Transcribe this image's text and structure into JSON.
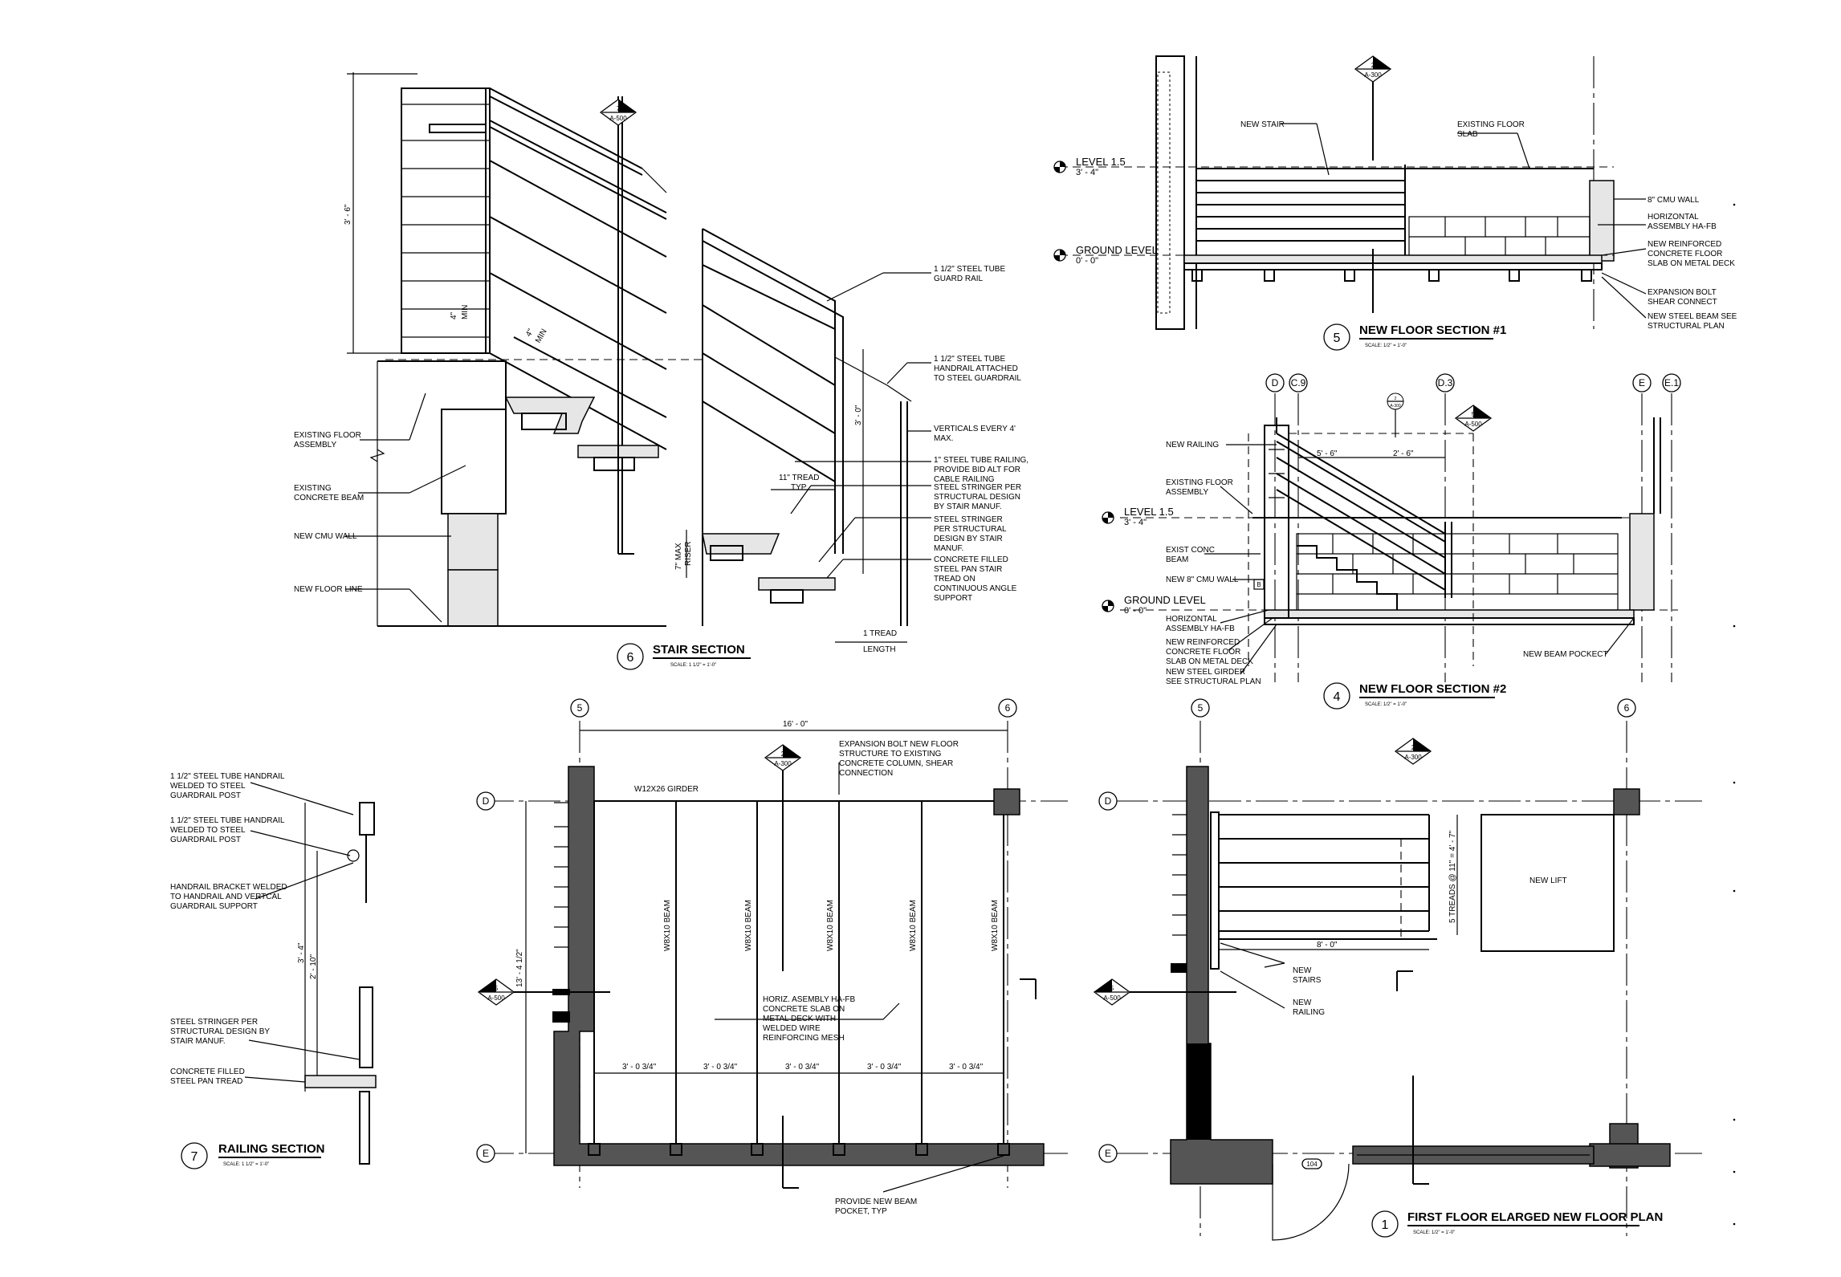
{
  "details": {
    "stair_section": {
      "num": "6",
      "title": "STAIR SECTION",
      "scale": "SCALE: 1 1/2\" = 1'-0\""
    },
    "railing_section": {
      "num": "7",
      "title": "RAILING SECTION",
      "scale": "SCALE: 1 1/2\" = 1'-0\""
    },
    "floor_section_1": {
      "num": "5",
      "title": "NEW FLOOR SECTION #1",
      "scale": "SCALE: 1/2\" = 1'-0\""
    },
    "floor_section_2": {
      "num": "4",
      "title": "NEW FLOOR SECTION #2",
      "scale": "SCALE: 1/2\" = 1'-0\""
    },
    "floor_plan": {
      "num": "1",
      "title": "FIRST FLOOR ELARGED NEW FLOOR PLAN",
      "scale": "SCALE: 1/2\" = 1'-0\""
    }
  },
  "section_markers": {
    "m7": {
      "num": "7",
      "sheet": "A-500"
    },
    "m2a": {
      "num": "2",
      "sheet": "A-300"
    },
    "m2b": {
      "num": "2",
      "sheet": "A-300"
    },
    "m2c": {
      "num": "2",
      "sheet": "A-300"
    },
    "m5a": {
      "num": "5",
      "sheet": "A-500"
    },
    "m5b": {
      "num": "5",
      "sheet": "A-500"
    },
    "m5c": {
      "num": "5",
      "sheet": "A-500"
    },
    "m_sm": {
      "num": "2",
      "sheet": "A-300"
    }
  },
  "grids": {
    "g5a": "5",
    "g6a": "6",
    "g5b": "5",
    "g6b": "6",
    "gDa": "D",
    "gEa": "E",
    "gDb": "D",
    "gEb": "E",
    "s4_D": "D",
    "s4_C9": "C.9",
    "s4_D3": "D.3",
    "s4_E": "E",
    "s4_E1": "E.1"
  },
  "levels": {
    "l15a_name": "LEVEL 1.5",
    "l15a_elev": "3' - 4\"",
    "gla_name": "GROUND LEVEL",
    "gla_elev": "0' - 0\"",
    "l15b_name": "LEVEL 1.5",
    "l15b_elev": "3' - 4\"",
    "glb_name": "GROUND LEVEL",
    "glb_elev": "0' - 0\""
  },
  "stair_notes": {
    "existing_floor_1": "EXISTING FLOOR",
    "existing_floor_2": "ASSEMBLY",
    "existing_beam_1": "EXISTING",
    "existing_beam_2": "CONCRETE BEAM",
    "cmu": "NEW CMU WALL",
    "floor_line": "NEW FLOOR LINE",
    "guard_1": "1 1/2\" STEEL TUBE",
    "guard_2": "GUARD RAIL",
    "hand_1": "1 1/2\" STEEL TUBE",
    "hand_2": "HANDRAIL ATTACHED",
    "hand_3": "TO  STEEL GUARDRAIL",
    "vert_1": "VERTICALS EVERY 4'",
    "vert_2": "MAX.",
    "cable_1": "1\" STEEL TUBE  RAILING,",
    "cable_2": "PROVIDE BID ALT FOR",
    "cable_3": "CABLE RAILING",
    "str1_1": "STEEL STRINGER PER",
    "str1_2": "STRUCTURAL DESIGN",
    "str1_3": "BY STAIR MANUF.",
    "str2_1": "STEEL STRINGER",
    "str2_2": "PER STRUCTURAL",
    "str2_3": "DESIGN BY STAIR",
    "str2_4": "MANUF.",
    "cf_1": "CONCRETE FILLED",
    "cf_2": "STEEL PAN STAIR",
    "cf_3": "TREAD ON",
    "cf_4": "CONTINUOUS ANGLE",
    "cf_5": "SUPPORT",
    "d_36": "3' - 6\"",
    "d_4min_a": "4\"",
    "d_4min_b": "MIN",
    "d_4min_c": "4\"",
    "d_4min_d": "MIN",
    "d_30": "3' - 0\"",
    "d_tread_1": "11\" TREAD",
    "d_tread_2": "TYP",
    "d_riser_1": "7\" MAX",
    "d_riser_2": "RISER",
    "d_1tread_1": "1 TREAD",
    "d_1tread_2": "LENGTH"
  },
  "section1_notes": {
    "new_stair": "NEW STAIR",
    "ex_slab_1": "EXISTING FLOOR",
    "ex_slab_2": "SLAB",
    "cmu8": "8\" CMU WALL",
    "horiz_1": "HORIZONTAL",
    "horiz_2": "ASSEMBLY HA-FB",
    "reinf_1": "NEW REINFORCED",
    "reinf_2": "CONCRETE FLOOR",
    "reinf_3": "SLAB ON METAL DECK",
    "exp_1": "EXPANSION BOLT",
    "exp_2": "SHEAR CONNECT",
    "beam_1": "NEW STEEL BEAM SEE",
    "beam_2": "STRUCTURAL PLAN"
  },
  "section2_notes": {
    "new_railing": "NEW RAILING",
    "ex_floor_1": "EXISTING FLOOR",
    "ex_floor_2": "ASSEMBLY",
    "conc_1": "EXIST CONC",
    "conc_2": "BEAM",
    "cmu": "NEW 8\" CMU WALL",
    "horiz_1": "HORIZONTAL",
    "horiz_2": "ASSEMBLY HA-FB",
    "reinf_1": "NEW REINFORCED",
    "reinf_2": "CONCRETE FLOOR",
    "reinf_3": "SLAB ON METAL DECK",
    "gird_1": "NEW STEEL GIRDER",
    "gird_2": "SEE STRUCTURAL PLAN",
    "pocket": "NEW BEAM POCKECT",
    "d_a": "5' - 6\"",
    "d_b": "2' - 6\"",
    "tag_b": "B"
  },
  "railing_notes": {
    "h1_1": "1 1/2\" STEEL TUBE HANDRAIL",
    "h1_2": "WELDED TO STEEL",
    "h1_3": "GUARDRAIL POST",
    "h2_1": "1 1/2\" STEEL TUBE HANDRAIL",
    "h2_2": "WELDED TO STEEL",
    "h2_3": "GUARDRAIL POST",
    "br_1": "HANDRAIL BRACKET WELDED",
    "br_2": "TO HANDRAIL AND VERTCAL",
    "br_3": "GUARDRAIL SUPPORT",
    "st_1": "STEEL STRINGER PER",
    "st_2": "STRUCTURAL DESIGN BY",
    "st_3": "STAIR MANUF.",
    "cf_1": "CONCRETE FILLED",
    "cf_2": "STEEL PAN TREAD",
    "d_34": "3' - 4\"",
    "d_210": "2' - 10\""
  },
  "framing_plan": {
    "overall": "16' - 0\"",
    "height": "13' - 4 1/2\"",
    "girder": "W12X26 GIRDER",
    "beams": [
      "W8X10 BEAM",
      "W8X10 BEAM",
      "W8X10 BEAM",
      "W8X10 BEAM",
      "W8X10 BEAM"
    ],
    "spacing": [
      "3' - 0 3/4\"",
      "3' - 0 3/4\"",
      "3' - 0 3/4\"",
      "3' - 0 3/4\"",
      "3' - 0 3/4\""
    ],
    "exp_1": "EXPANSION BOLT NEW FLOOR",
    "exp_2": "STRUCTURE TO EXISTING",
    "exp_3": "CONCRETE COLUMN, SHEAR",
    "exp_4": "CONNECTION",
    "hz_1": "HORIZ. ASEMBLY HA-FB",
    "hz_2": "CONCRETE SLAB ON",
    "hz_3": "METAL DECK WITH",
    "hz_4": "WELDED WIRE",
    "hz_5": "REINFORCING MESH",
    "pk_1": "PROVIDE NEW BEAM",
    "pk_2": "POCKET, TYP"
  },
  "floor_plan": {
    "lift": "NEW LIFT",
    "treads": "5 TREADS @ 11\" = 4' - 7\"",
    "width": "8' - 0\"",
    "stairs_1": "NEW",
    "stairs_2": "STAIRS",
    "railing_1": "NEW",
    "railing_2": "RAILING",
    "room": "104"
  }
}
